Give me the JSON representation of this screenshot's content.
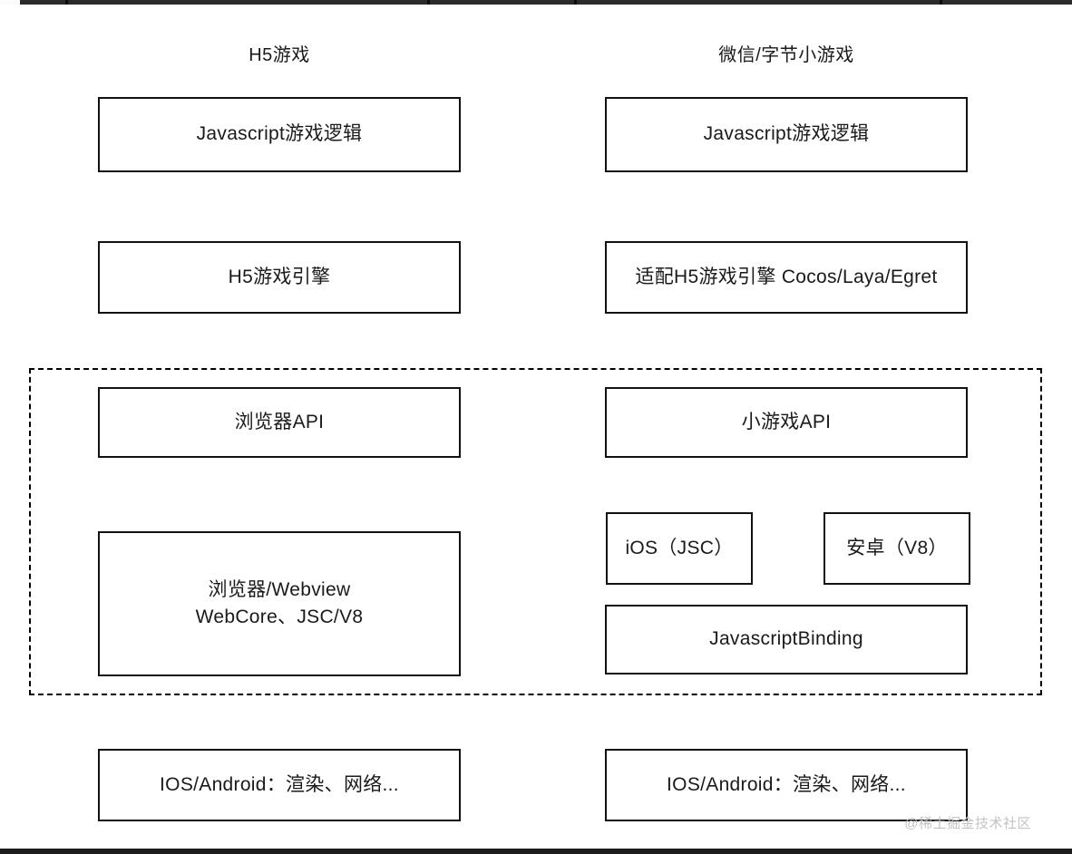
{
  "page": {
    "background": "#ffffff",
    "watermark": "@稀土掘金技术社区"
  },
  "chrome": {
    "top_bar_color": "#2b2b2b",
    "top_bar_separator_color": "#0d0d0d",
    "bottom_bar_color": "#1c1c1c"
  },
  "diagram": {
    "border_color": "#111111",
    "dashed_border_color": "#000000",
    "text_color": "#1a1a1a",
    "left_column": {
      "title": "H5游戏",
      "game_logic": "Javascript游戏逻辑",
      "engine": "H5游戏引擎",
      "browser_api": "浏览器API",
      "webview_line1": "浏览器/Webview",
      "webview_line2": "WebCore、JSC/V8",
      "os_layer": "IOS/Android：渲染、网络..."
    },
    "right_column": {
      "title": "微信/字节小游戏",
      "game_logic": "Javascript游戏逻辑",
      "engine": "适配H5游戏引擎 Cocos/Laya/Egret",
      "minigame_api": "小游戏API",
      "ios_runtime": "iOS（JSC）",
      "android_runtime": "安卓（V8）",
      "binding": "JavascriptBinding",
      "os_layer": "IOS/Android：渲染、网络..."
    }
  }
}
